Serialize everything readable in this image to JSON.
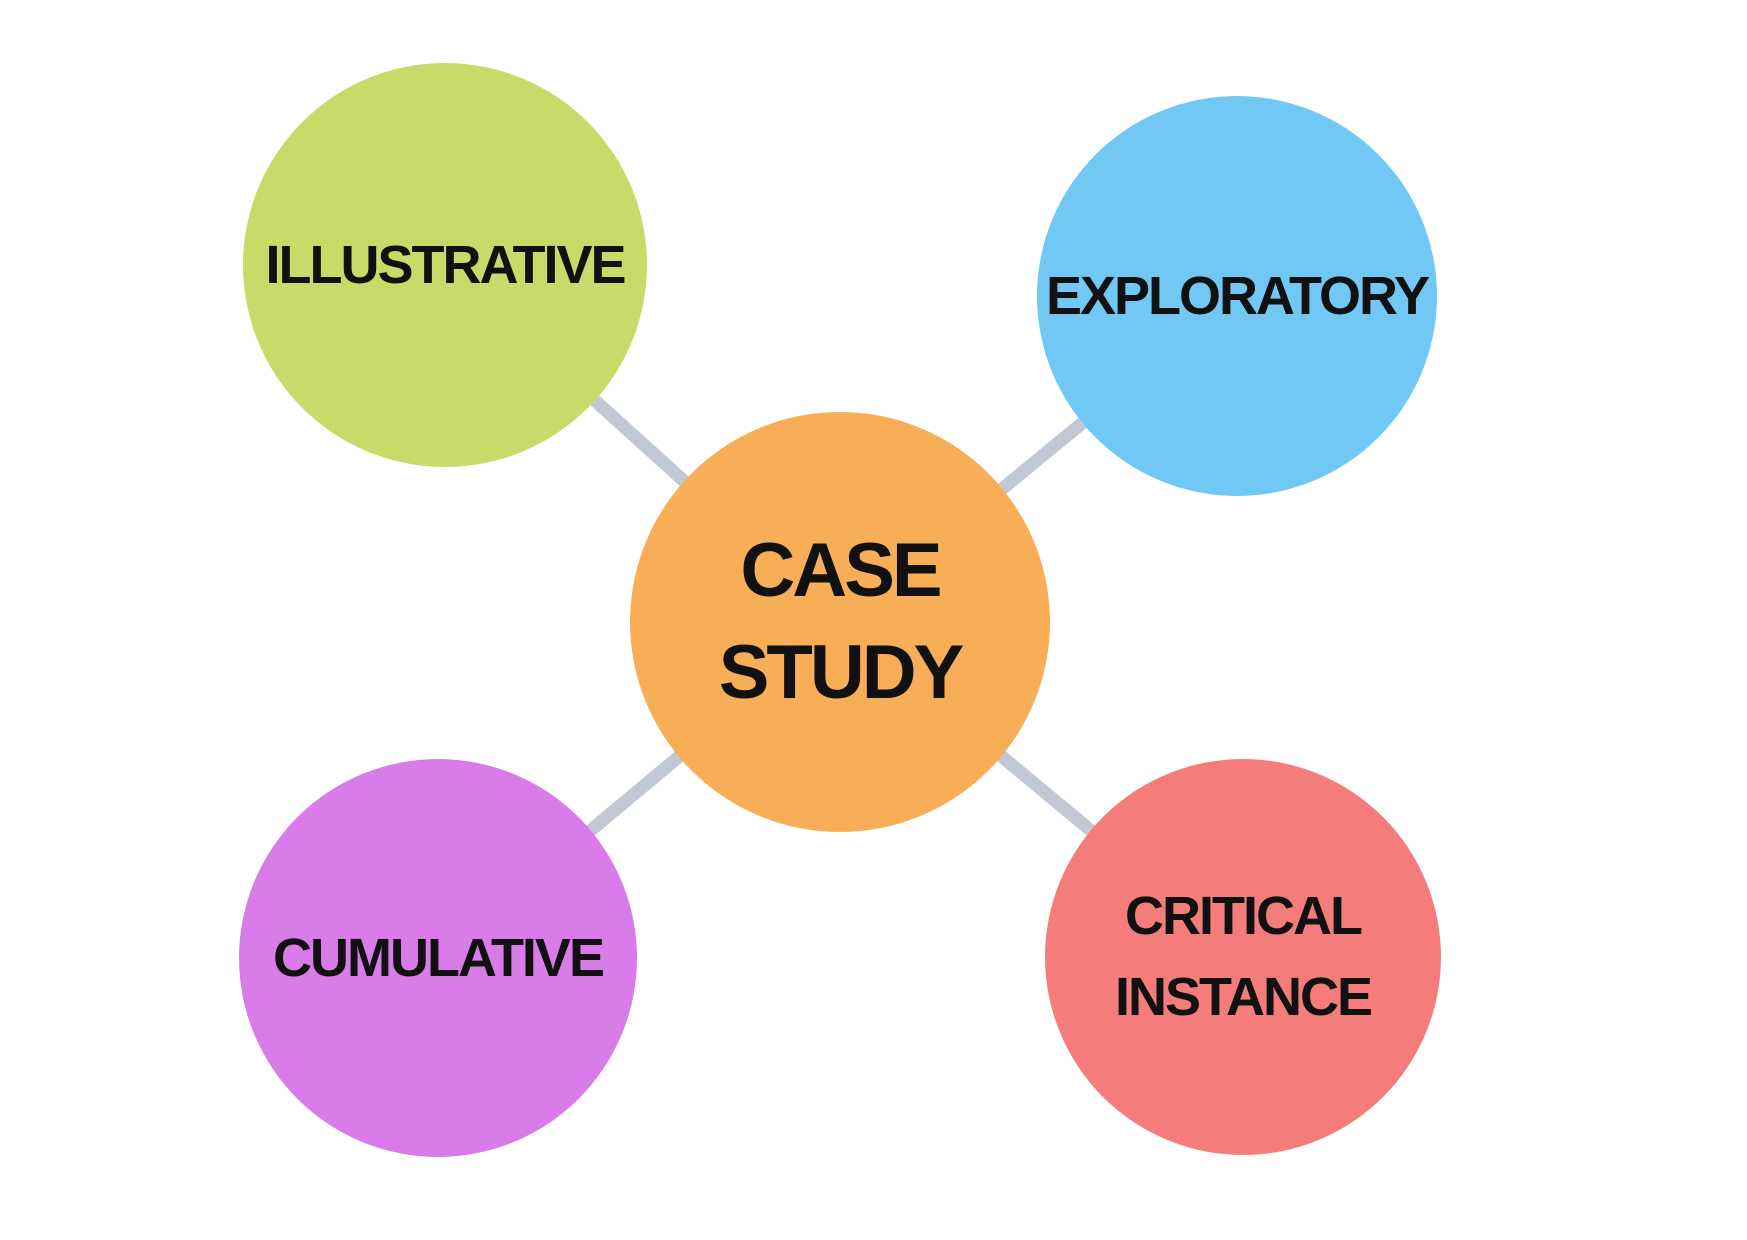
{
  "diagram": {
    "background_color": "#ffffff",
    "text_color": "#111111",
    "connector_color": "#c2c8d2",
    "center": {
      "id": "case-study",
      "lines": [
        "CASE",
        "STUDY"
      ],
      "color": "#f8ae56"
    },
    "nodes": [
      {
        "id": "illustrative",
        "lines": [
          "ILLUSTRATIVE"
        ],
        "color": "#c6db68",
        "position": "top-left"
      },
      {
        "id": "exploratory",
        "lines": [
          "EXPLORATORY"
        ],
        "color": "#72c8f5",
        "position": "top-right"
      },
      {
        "id": "cumulative",
        "lines": [
          "CUMULATIVE"
        ],
        "color": "#d97be9",
        "position": "bottom-left"
      },
      {
        "id": "critical-instance",
        "lines": [
          "CRITICAL",
          "INSTANCE"
        ],
        "color": "#f47d7c",
        "position": "bottom-right"
      }
    ]
  }
}
